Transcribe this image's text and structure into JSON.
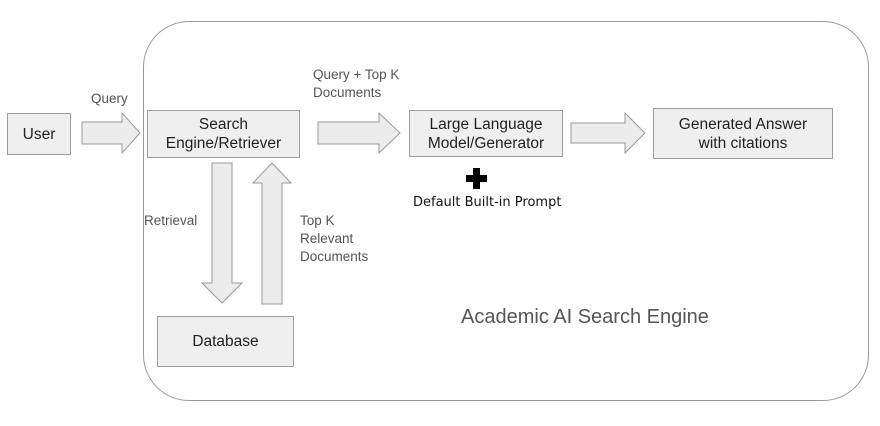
{
  "container": {
    "title": "Academic AI Search Engine"
  },
  "nodes": {
    "user": "User",
    "search_engine": "Search\nEngine/Retriever",
    "llm": "Large Language\nModel/Generator",
    "answer": "Generated Answer\nwith citations",
    "database": "Database"
  },
  "edges": {
    "query": "Query",
    "query_top_k": "Query + Top K\nDocuments",
    "retrieval": "Retrieval",
    "top_k_relevant": "Top K\nRelevant\nDocuments"
  },
  "prompt_note": "Default Built-in Prompt",
  "colors": {
    "box_fill": "#efefef",
    "box_border": "#9d9d9d",
    "arrow_fill": "#ececec",
    "plus": "#000000"
  }
}
